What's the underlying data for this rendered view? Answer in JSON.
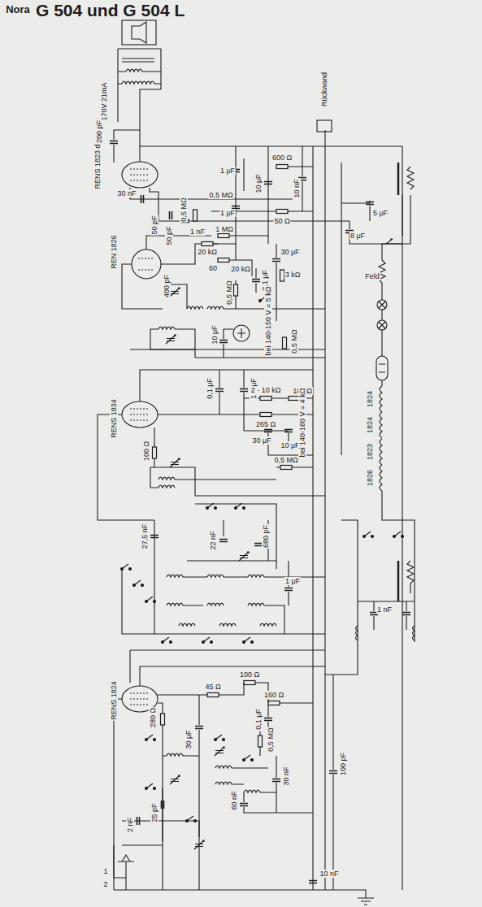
{
  "diagram": {
    "title": "G 504 und G 504 L",
    "labels": [
      "Nora",
      "RENS 1823 d",
      "170V 21mA",
      "200 pF",
      "30 nF",
      "50 pF",
      "50 pF",
      "0,5 MΩ",
      "1 nF",
      "1 μF",
      "0,5 MΩ",
      "1 μF",
      "10 μF",
      "600 Ω",
      "50 Ω",
      "10 nF",
      "Rückwand",
      "5 μF",
      "8 μF",
      "20 kΩ",
      "1 MΩ",
      "60",
      "20 kΩ",
      "30 μF",
      "REN 1826",
      "400 pF",
      "0,5 MΩ",
      "0,1 μF",
      "3 kΩ",
      "bei 140-150 V = 5 kΩ",
      "Feld",
      "10 μF",
      "0,5 MΩ",
      "0,1 μF",
      "1,5 μF",
      "2 · 10 kΩ",
      "18 kΩ",
      "265 Ω",
      "30 μF",
      "10 μF",
      "bei 140-160 V = 4 kΩ",
      "RENS 1834",
      "100 Ω",
      "0,5 MΩ",
      "1824",
      "1824",
      "1823",
      "1826",
      "27,5 nF",
      "22 nF",
      "680 pF",
      "1 μF",
      "1 nF",
      "RENS 1824",
      "45 Ω",
      "100 Ω",
      "160 Ω",
      "0,1 μF",
      "280 Ω",
      "30 μF",
      "0,5 MΩ",
      "30 nF",
      "60 nF",
      "25 pF",
      "2 nF",
      "100 pF",
      "10 nF",
      "1",
      "2"
    ]
  }
}
